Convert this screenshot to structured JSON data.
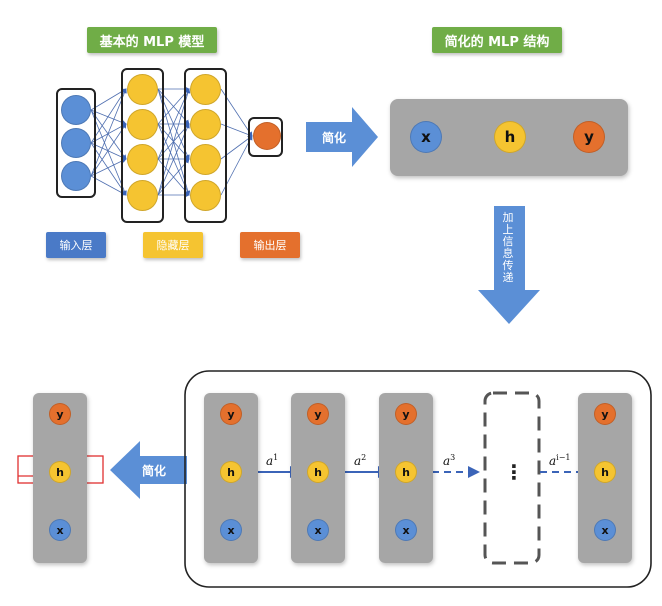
{
  "top_left": {
    "title": "基本的 MLP 模型"
  },
  "top_right": {
    "title": "简化的 MLP 结构"
  },
  "legend": {
    "input": "输入层",
    "hidden": "隐藏层",
    "output": "输出层"
  },
  "simplify_arrow_label": "简化",
  "info_pass_label": "加上信息传递",
  "simple_nodes": {
    "x": "x",
    "h": "h",
    "y": "y"
  },
  "rnn": {
    "node_y": "y",
    "node_h": "h",
    "node_x": "x",
    "a_base": "a",
    "a_sups": [
      "1",
      "2",
      "3",
      "i−1"
    ],
    "ellipsis": "⋮"
  },
  "colors": {
    "input": "#4a7ac7",
    "hidden": "#f5c431",
    "output": "#e4702d",
    "title_bg": "#70ad47"
  }
}
